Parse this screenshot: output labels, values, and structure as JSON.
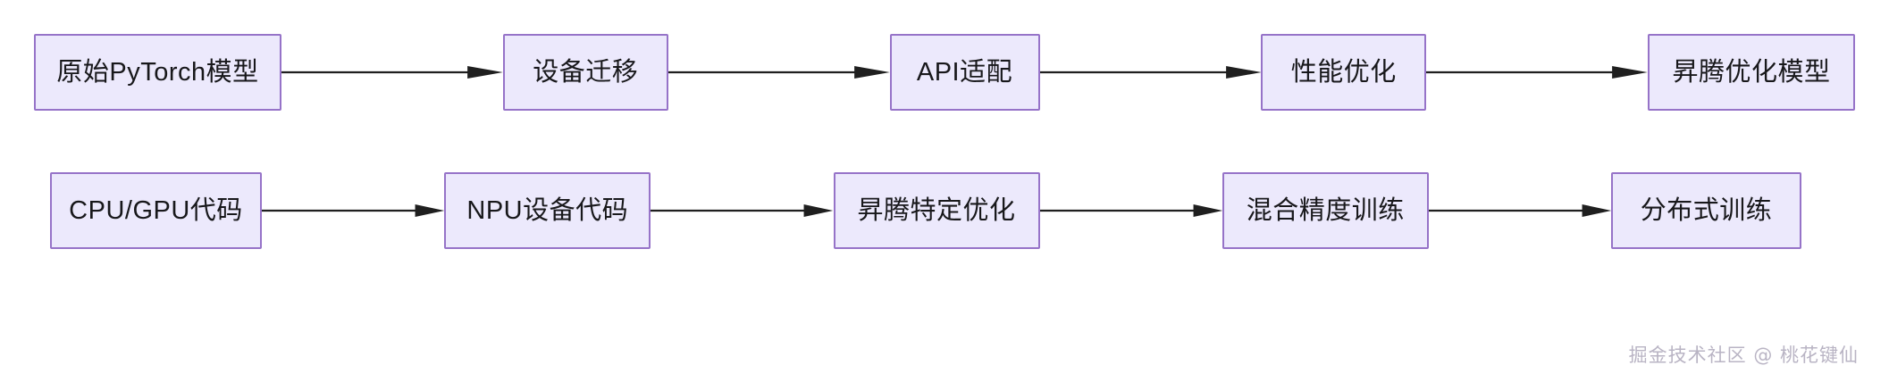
{
  "diagram": {
    "type": "flowchart",
    "orientation": "left-to-right",
    "rows": [
      {
        "id": "row-1",
        "name": "pytorch-to-ascend-model-flow",
        "nodes": [
          {
            "label": "原始PyTorch模型"
          },
          {
            "label": "设备迁移"
          },
          {
            "label": "API适配"
          },
          {
            "label": "性能优化"
          },
          {
            "label": "昇腾优化模型"
          }
        ],
        "connectors": [
          {
            "from": "原始PyTorch模型",
            "to": "设备迁移",
            "style": "solid-arrow"
          },
          {
            "from": "设备迁移",
            "to": "API适配",
            "style": "solid-arrow"
          },
          {
            "from": "API适配",
            "to": "性能优化",
            "style": "solid-arrow"
          },
          {
            "from": "性能优化",
            "to": "昇腾优化模型",
            "style": "solid-arrow"
          }
        ]
      },
      {
        "id": "row-2",
        "name": "cpu-gpu-to-distributed-training-flow",
        "nodes": [
          {
            "label": "CPU/GPU代码"
          },
          {
            "label": "NPU设备代码"
          },
          {
            "label": "昇腾特定优化"
          },
          {
            "label": "混合精度训练"
          },
          {
            "label": "分布式训练"
          }
        ],
        "connectors": [
          {
            "from": "CPU/GPU代码",
            "to": "NPU设备代码",
            "style": "solid-arrow"
          },
          {
            "from": "NPU设备代码",
            "to": "昇腾特定优化",
            "style": "solid-arrow"
          },
          {
            "from": "昇腾特定优化",
            "to": "混合精度训练",
            "style": "solid-arrow"
          },
          {
            "from": "混合精度训练",
            "to": "分布式训练",
            "style": "solid-arrow"
          }
        ]
      }
    ]
  },
  "watermark": {
    "text": "掘金技术社区 @ 桃花键仙"
  },
  "colors": {
    "node_fill": "#ece9fc",
    "node_border": "#9673c8",
    "node_text": "#18181b",
    "arrow": "#1f1f1f",
    "background": "#ffffff",
    "watermark_text": "#b9b4c4"
  }
}
